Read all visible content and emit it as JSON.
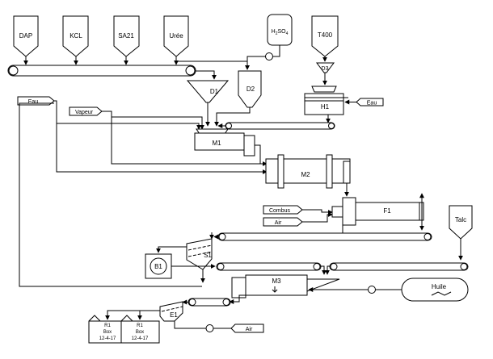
{
  "hoppers": {
    "dap": "DAP",
    "kcl": "KCL",
    "sa21": "SA21",
    "uree": "Urée",
    "h2so4_main": "H",
    "h2so4_sub1": "2",
    "h2so4_mid": "SO",
    "h2so4_sub2": "4",
    "t400": "T400",
    "talc": "Talc"
  },
  "equipment": {
    "d1": "D1",
    "d2": "D2",
    "d3": "D3",
    "h1": "H1",
    "m1": "M1",
    "m2": "M2",
    "m3": "M3",
    "f1": "F1",
    "s1": "S1",
    "b1": "B1",
    "e1": "E1",
    "huile": "Huile"
  },
  "inputs": {
    "eau_left": "Eau",
    "vapeur": "Vapeur",
    "eau_right": "Eau",
    "combus": "Combus",
    "air_f1": "Air",
    "air_e1": "Air"
  },
  "boxes": [
    {
      "l1": "R1",
      "l2": "Box",
      "l3": "12-4-17"
    },
    {
      "l1": "R1",
      "l2": "Box",
      "l3": "12-4-17"
    }
  ]
}
